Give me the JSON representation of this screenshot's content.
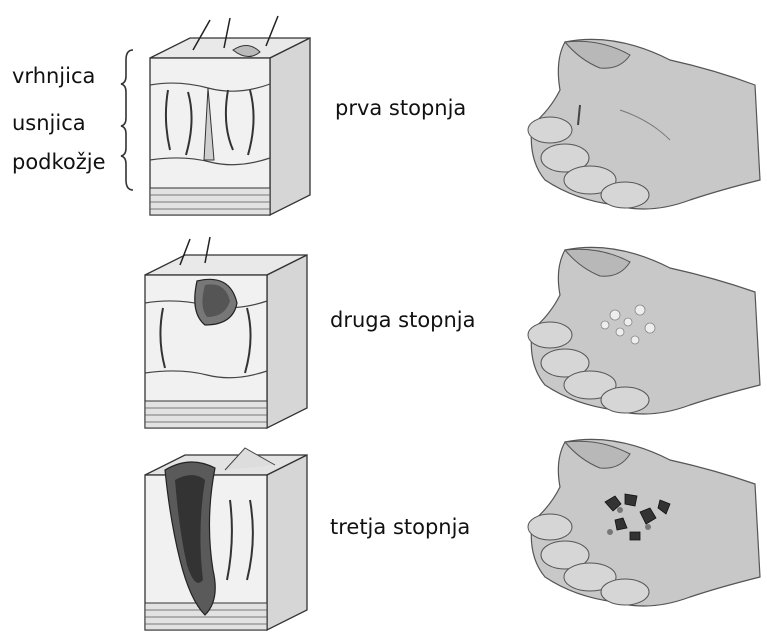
{
  "layer_labels": {
    "epidermis": "vrhnjica",
    "dermis": "usnjica",
    "subcutis": "podkožje"
  },
  "degrees": [
    {
      "label": "prva stopnja"
    },
    {
      "label": "druga stopnja"
    },
    {
      "label": "tretja stopnja"
    }
  ]
}
